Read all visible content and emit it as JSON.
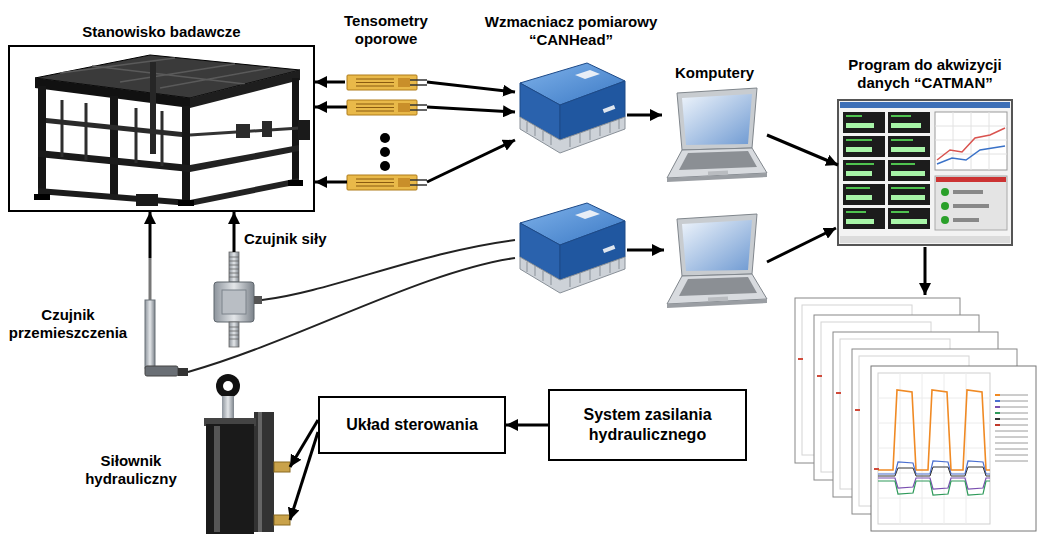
{
  "diagram": {
    "nodes": [
      {
        "text": [
          "Stanowisko badawcze"
        ]
      },
      {
        "text": [
          "Tensometry oporowe"
        ]
      },
      {
        "text": [
          "Wzmacniacz pomiarowy “CANHead”"
        ]
      },
      {
        "text": [
          "Komputery"
        ]
      },
      {
        "text": [
          "Program do akwizycji danych “CATMAN”"
        ]
      },
      {
        "text": [
          "Czujnik siły"
        ]
      },
      {
        "text": [
          "Czujnik przemieszczenia"
        ]
      },
      {
        "text": [
          "Siłownik hydrauliczny"
        ]
      },
      {
        "text": [
          "Układ sterowania"
        ]
      },
      {
        "text": [
          "System zasilania hydraulicznego"
        ]
      }
    ],
    "edges": [
      {
        "from": 1,
        "to": 0,
        "arrow": "to"
      },
      {
        "from": 1,
        "to": 2,
        "arrow": "to"
      },
      {
        "from": 2,
        "to": 3,
        "arrow": "to"
      },
      {
        "from": 3,
        "to": 4,
        "arrow": "to"
      },
      {
        "from": 5,
        "to": 0,
        "arrow": "to"
      },
      {
        "from": 6,
        "to": 0,
        "arrow": "to"
      },
      {
        "from": 9,
        "to": 8,
        "arrow": "to"
      },
      {
        "from": 8,
        "to": 7,
        "arrow": "to"
      },
      {
        "from": 8,
        "to": 7,
        "arrow": "to"
      }
    ]
  }
}
